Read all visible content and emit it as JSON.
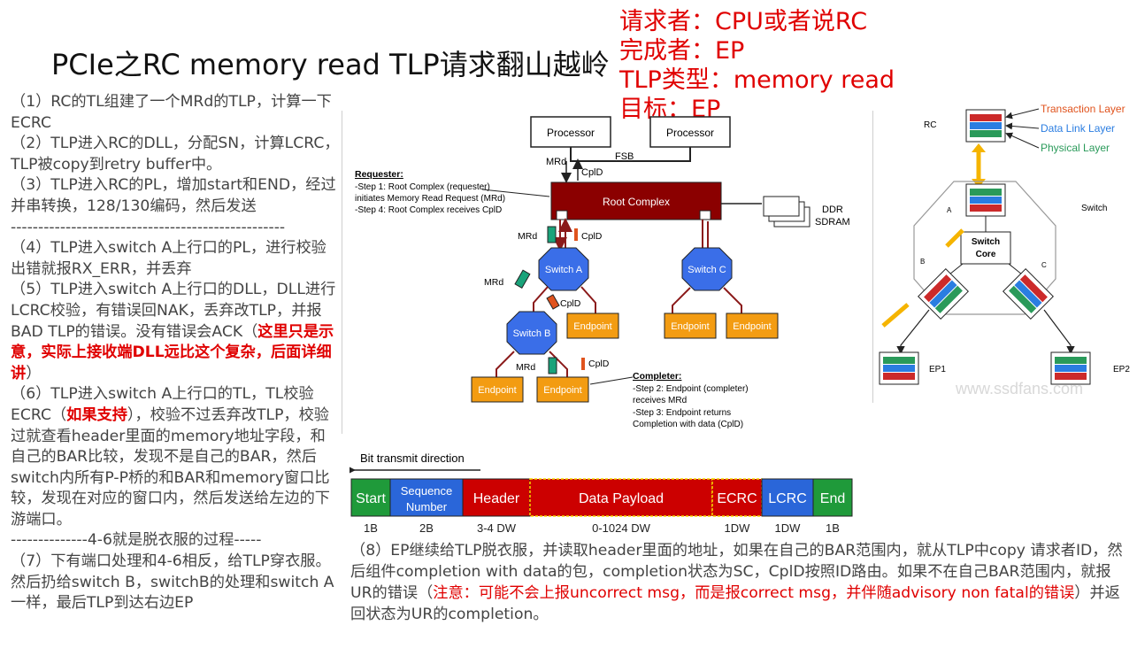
{
  "title": "PCIe之RC memory read TLP请求翻山越岭",
  "summary": [
    "请求者：CPU或者说RC",
    "完成者：EP",
    "TLP类型：memory read",
    "目标：EP"
  ],
  "steps": {
    "s1": "（1）RC的TL组建了一个MRd的TLP，计算一下ECRC",
    "s2": "（2）TLP进入RC的DLL，分配SN，计算LCRC，TLP被copy到retry buffer中。",
    "s3": "（3）TLP进入RC的PL，增加start和END，经过并串转换，128/130编码，然后发送",
    "dash1": "--------------------------------------------------",
    "s4": "（4）TLP进入switch A上行口的PL，进行校验出错就报RX_ERR，并丢弃",
    "s5a": "（5）TLP进入switch A上行口的DLL，DLL进行LCRC校验，有错误回NAK，丢弃改TLP，并报BAD TLP的错误。没有错误会ACK（",
    "s5b": "这里只是示意，实际上接收端DLL远比这个复杂，后面详细讲",
    "s5c": "）",
    "s6a": "（6）TLP进入switch A上行口的TL，TL校验ECRC（",
    "s6b": "如果支持",
    "s6c": "），校验不过丢弃改TLP，校验过就查看header里面的memory地址字段，和自己的BAR比较，发现不是自己的BAR，然后switch内所有P-P桥的和BAR和memory窗口比较，发现在对应的窗口内，然后发送给左边的下游端口。",
    "dash2": "--------------4-6就是脱衣服的过程-----",
    "dash3": "--------------------------------------------------",
    "s7": "（7）下有端口处理和4-6相反，给TLP穿衣服。然后扔给switch B，switchB的处理和switch A一样，最后TLP到达右边EP"
  },
  "step8": {
    "a": "（8）EP继续给TLP脱衣服，并读取header里面的地址，如果在自己的BAR范围内，就从TLP中copy 请求者ID，然后组件completion with data的包，completion状态为SC，CplD按照ID路由。如果不在自己BAR范围内，就报UR的错误（",
    "b": "注意：可能不会上报uncorrect msg，而是报correct msg，并伴随advisory non fatal的错误",
    "c": "）并返回状态为UR的completion。"
  },
  "diagram": {
    "processor": "Processor",
    "fsb": "FSB",
    "mrd": "MRd",
    "cpld": "CplD",
    "root_complex": "Root Complex",
    "ddr": "DDR",
    "sdram": "SDRAM",
    "switch_a": "Switch A",
    "switch_b": "Switch B",
    "switch_c": "Switch C",
    "endpoint": "Endpoint",
    "requester_title": "Requester:",
    "requester_lines": [
      "-Step 1: Root Complex (requester)",
      "initiates Memory Read Request (MRd)",
      "-Step 4: Root Complex receives CplD"
    ],
    "completer_title": "Completer:",
    "completer_lines": [
      "-Step 2: Endpoint (completer)",
      "receives MRd",
      "-Step 3: Endpoint returns",
      "Completion with data (CplD)"
    ]
  },
  "packet": {
    "direction": "Bit transmit direction",
    "fields": [
      "Start",
      "Sequence Number",
      "Header",
      "Data Payload",
      "ECRC",
      "LCRC",
      "End"
    ],
    "sizes": [
      "1B",
      "2B",
      "3-4 DW",
      "0-1024 DW",
      "1DW",
      "1DW",
      "1B"
    ],
    "colors": [
      "#1f9a3a",
      "#2a66d9",
      "#cc0000",
      "#cc0000",
      "#cc0000",
      "#2a66d9",
      "#1f9a3a"
    ]
  },
  "layers": {
    "rc": "RC",
    "switch": "Switch",
    "switch_core_1": "Switch",
    "switch_core_2": "Core",
    "a": "A",
    "b": "B",
    "c": "C",
    "ep1": "EP1",
    "ep2": "EP2",
    "transaction": "Transaction Layer",
    "data_link": "Data Link Layer",
    "physical": "Physical Layer",
    "transaction_color": "#e0531d",
    "data_link_color": "#2a7de1",
    "physical_color": "#2a9a5a"
  },
  "watermark": "www.ssdfans.com"
}
